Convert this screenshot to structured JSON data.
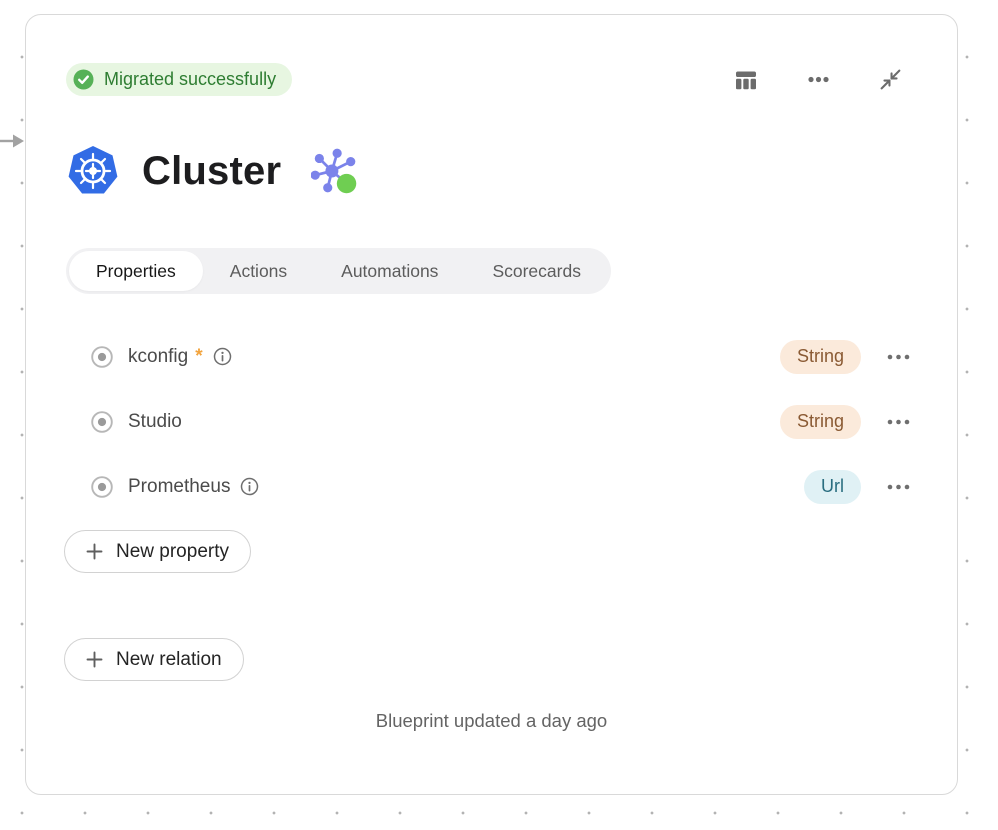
{
  "status_badge": {
    "label": "Migrated successfully"
  },
  "header": {
    "title": "Cluster"
  },
  "toolbar": {
    "icons": [
      "table-view",
      "more-options",
      "collapse"
    ]
  },
  "tabs": [
    {
      "label": "Properties",
      "active": true
    },
    {
      "label": "Actions",
      "active": false
    },
    {
      "label": "Automations",
      "active": false
    },
    {
      "label": "Scorecards",
      "active": false
    }
  ],
  "required_marker": "*",
  "properties": [
    {
      "name": "kconfig",
      "required": true,
      "has_info": true,
      "type": "String",
      "type_style": "string"
    },
    {
      "name": "Studio",
      "required": false,
      "has_info": false,
      "type": "String",
      "type_style": "string"
    },
    {
      "name": "Prometheus",
      "required": false,
      "has_info": true,
      "type": "Url",
      "type_style": "url"
    }
  ],
  "buttons": {
    "new_property": "New property",
    "new_relation": "New relation"
  },
  "footer": {
    "updated_text": "Blueprint updated a day ago"
  },
  "colors": {
    "success_bg": "#e7f6e1",
    "success_text": "#2e7d32",
    "success_icon": "#56b157",
    "string_badge_bg": "#fbeadb",
    "string_badge_text": "#8a5a33",
    "url_badge_bg": "#e0f1f5",
    "url_badge_text": "#2a6e80",
    "kubernetes_blue": "#326ce5",
    "graph_purple": "#7b83ea",
    "graph_green": "#6fce52",
    "required_orange": "#f2a33c",
    "card_border": "#d9d9d9"
  }
}
